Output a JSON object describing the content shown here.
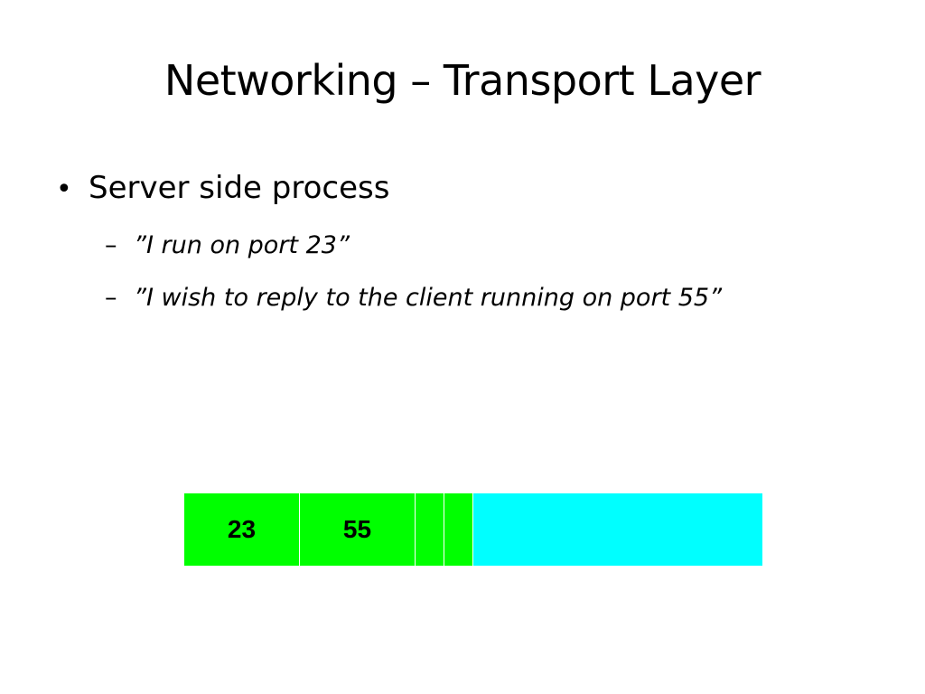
{
  "slide": {
    "title": "Networking – Transport Layer",
    "bullet": {
      "symbol": "•",
      "text": "Server side process"
    },
    "sub_items": [
      {
        "dash": "–",
        "text": "”I run on port 23”"
      },
      {
        "dash": "–",
        "text": "”I wish to reply to the client running on port 55”"
      }
    ]
  },
  "packet": {
    "header_color": "#00ff00",
    "payload_color": "#00ffff",
    "fields": [
      {
        "label": "23",
        "color": "#00ff00"
      },
      {
        "label": "55",
        "color": "#00ff00"
      },
      {
        "label": "",
        "color": "#00ff00"
      },
      {
        "label": "",
        "color": "#00ff00"
      },
      {
        "label": "",
        "color": "#00ffff"
      }
    ]
  }
}
